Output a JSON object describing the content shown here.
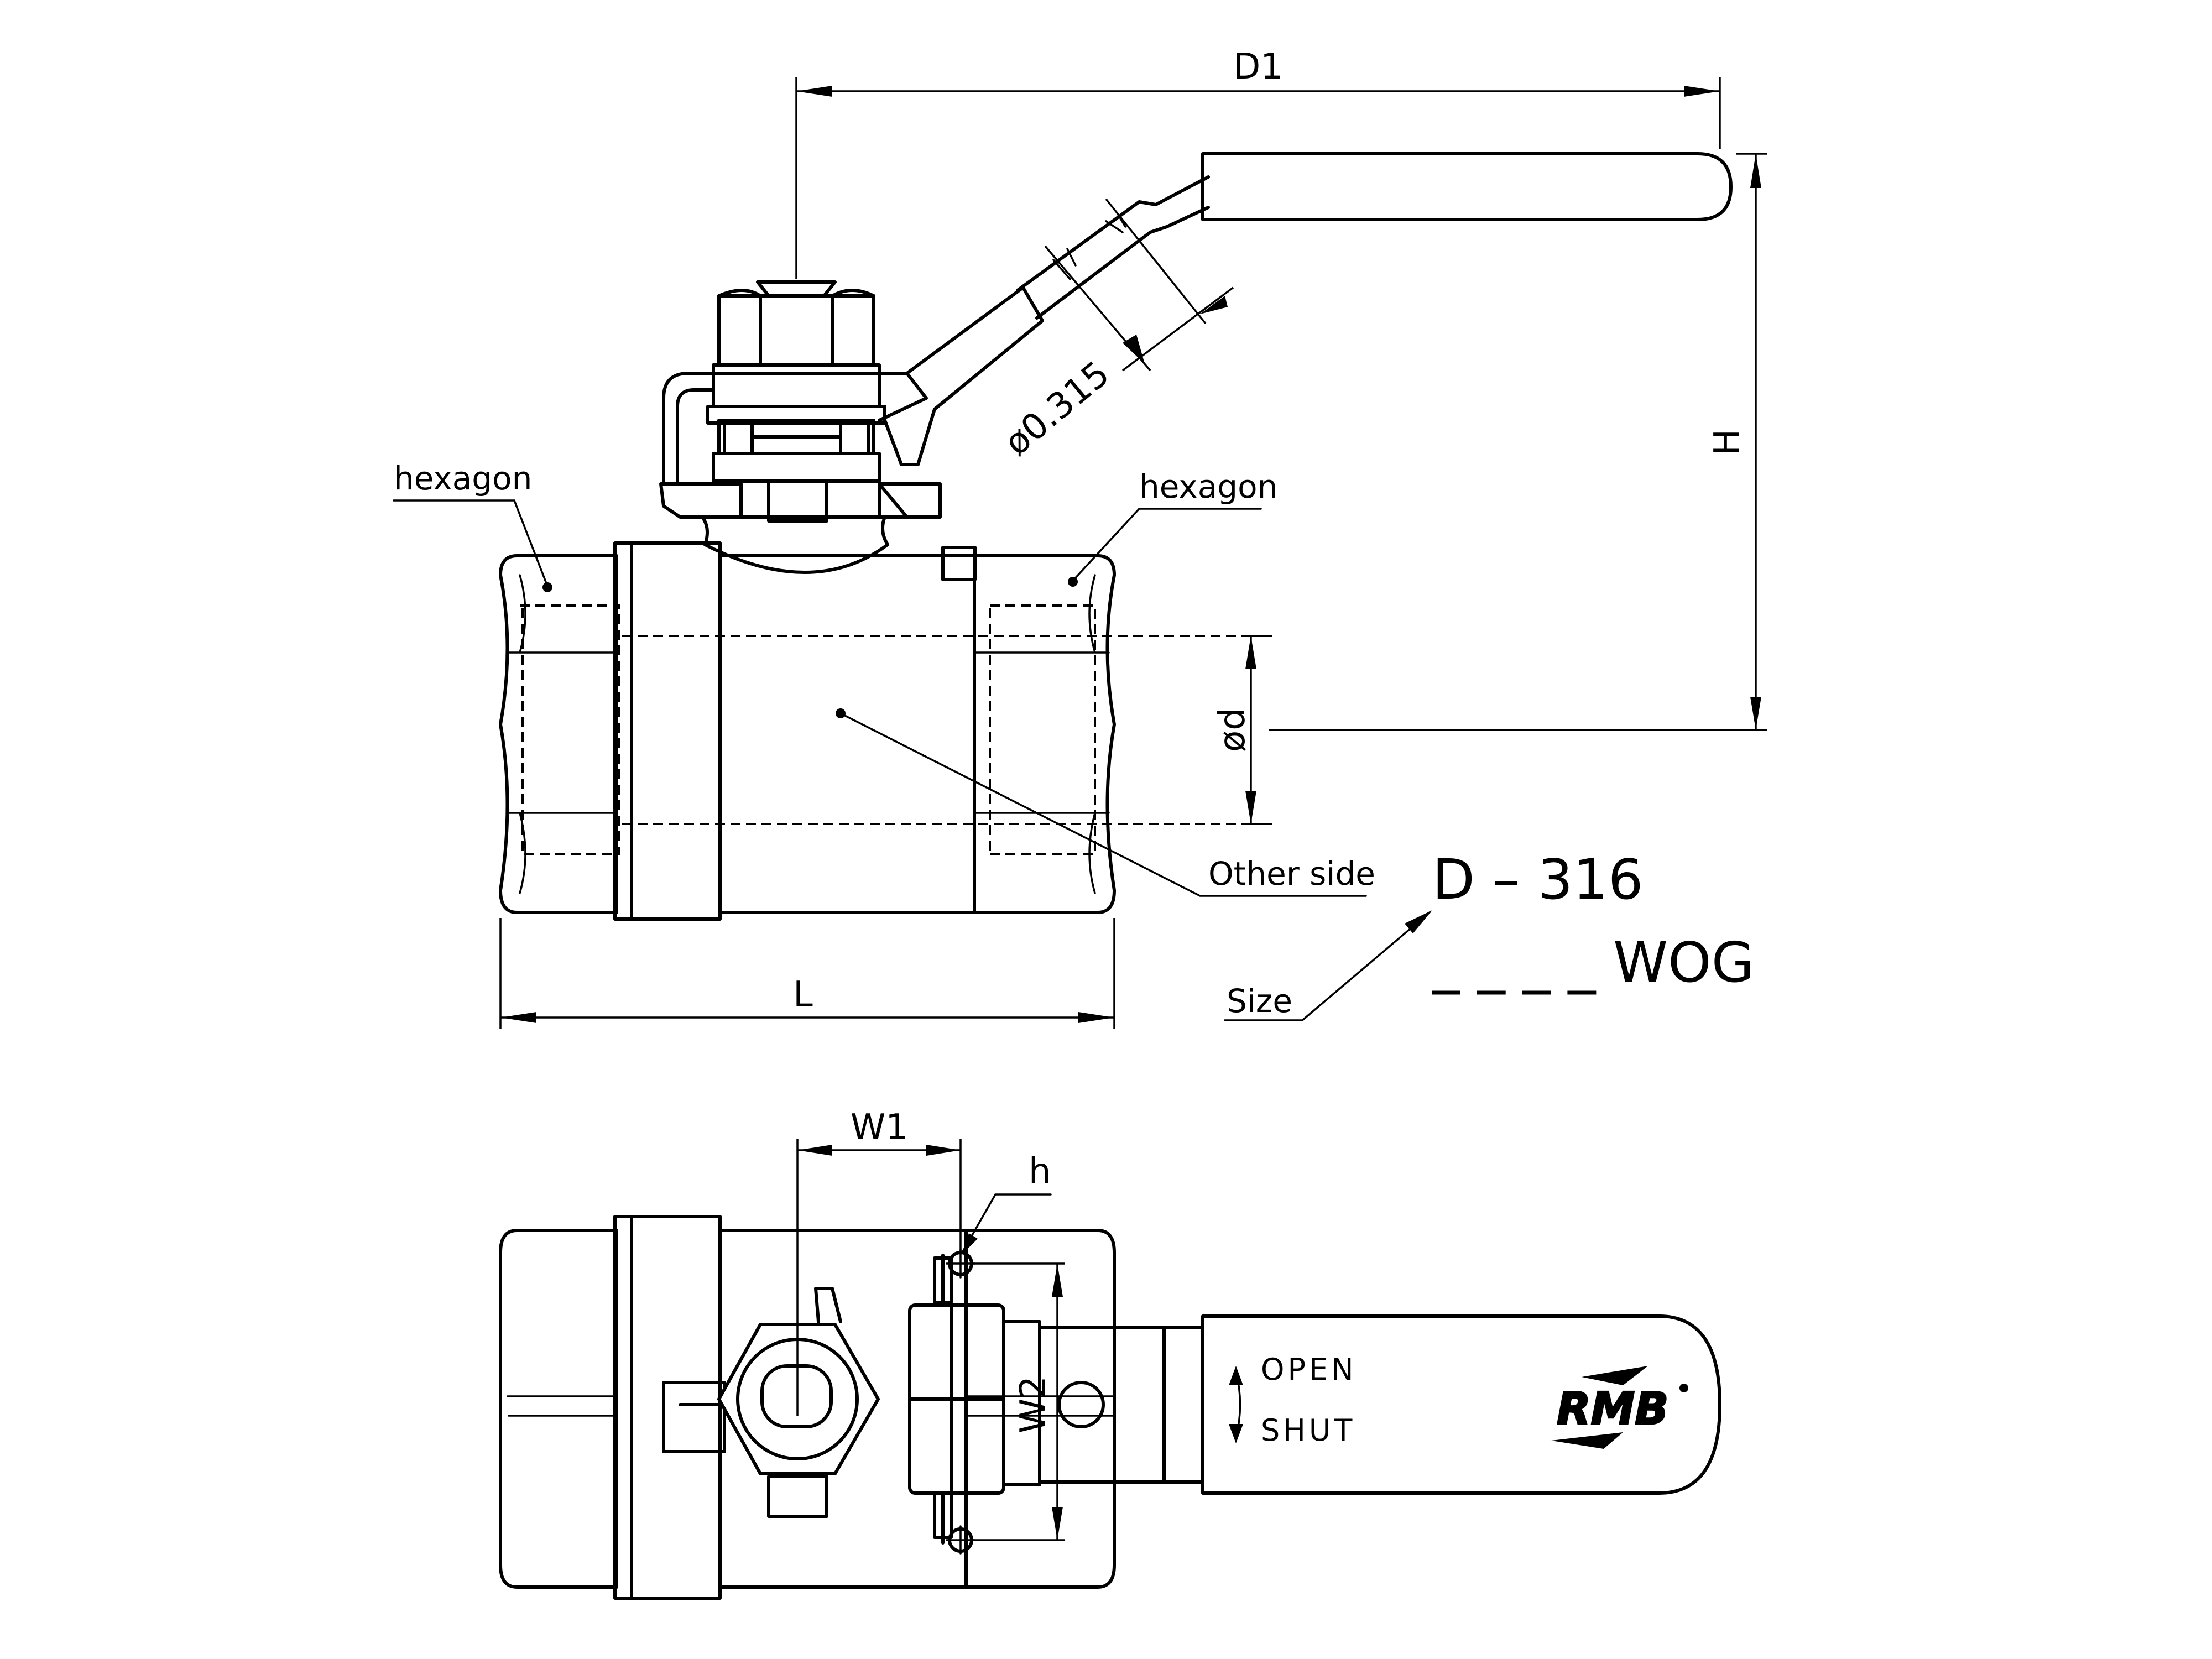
{
  "top_view": {
    "labels": {
      "d1": "D1",
      "h_height": "H",
      "dia_0315": "ø0.315",
      "dia_d": "ød",
      "hex_left": "hexagon",
      "hex_right": "hexagon",
      "other_side": "Other side",
      "length": "L",
      "size": "Size",
      "material": "D – 316",
      "pressure": "_ _ _ _ WOG"
    }
  },
  "bottom_view": {
    "labels": {
      "w1": "W1",
      "w2": "W2",
      "hole": "h",
      "open": "OPEN",
      "shut": "SHUT"
    },
    "logo_text": "RMB"
  }
}
